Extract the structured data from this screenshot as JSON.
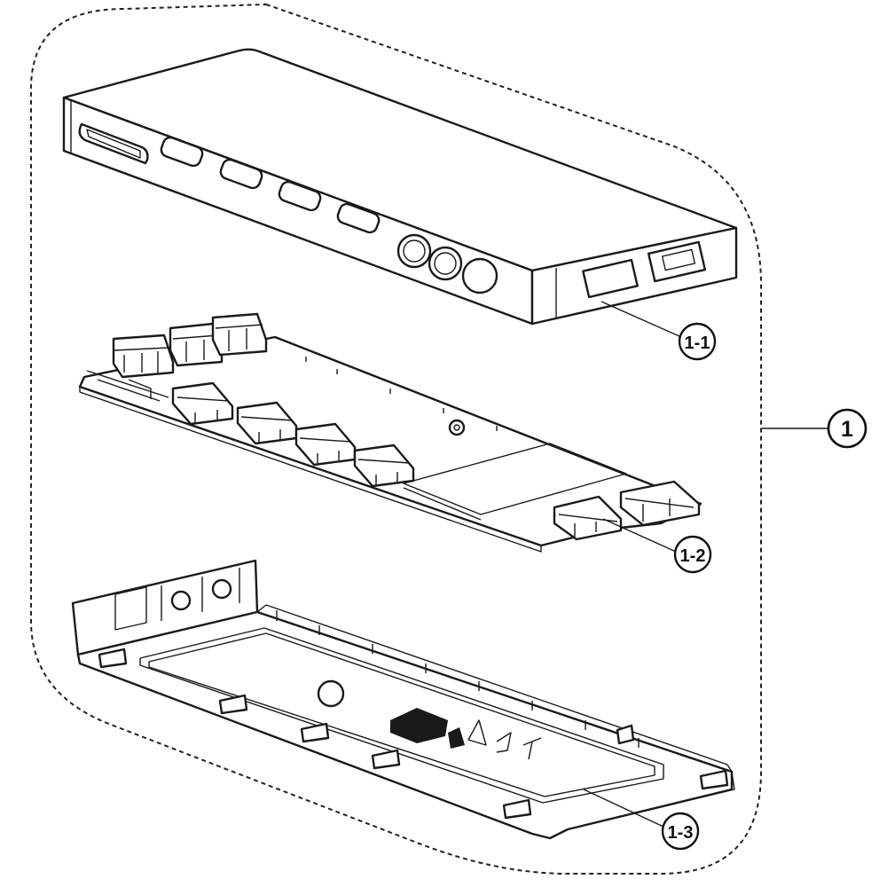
{
  "diagram": {
    "assembly_label": "1",
    "parts": [
      {
        "id": "cover",
        "label": "1-1"
      },
      {
        "id": "board",
        "label": "1-2"
      },
      {
        "id": "base",
        "label": "1-3"
      }
    ]
  }
}
